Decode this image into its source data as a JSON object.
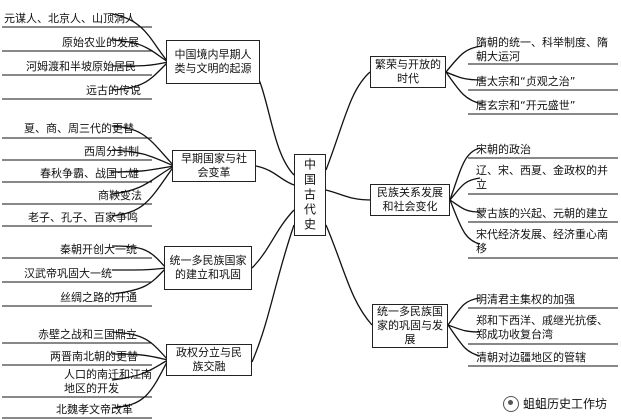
{
  "center": "中国古代史",
  "left_branches": [
    {
      "title": "中国境内早期人类与文明的起源",
      "items": [
        "元谋人、北京人、山顶洞人",
        "原始农业的发展",
        "河姆渡和半坡原始居民",
        "远古的传说"
      ]
    },
    {
      "title": "早期国家与社会变革",
      "items": [
        "夏、商、周三代的更替",
        "西周分封制",
        "春秋争霸、战国七雄",
        "商鞅变法",
        "老子、孔子、百家争鸣"
      ]
    },
    {
      "title": "统一多民族国家的建立和巩固",
      "items": [
        "秦朝开创大一统",
        "汉武帝巩固大一统",
        "丝绸之路的开通"
      ]
    },
    {
      "title": "政权分立与民族交融",
      "items": [
        "赤壁之战和三国鼎立",
        "两晋南北朝的更替",
        "人口的南迁和江南地区的开发",
        "北魏孝文帝改革"
      ]
    }
  ],
  "right_branches": [
    {
      "title": "繁荣与开放的时代",
      "items": [
        "隋朝的统一、科举制度、隋朝大运河",
        "唐太宗和“贞观之治”",
        "唐玄宗和“开元盛世”"
      ]
    },
    {
      "title": "民族关系发展和社会变化",
      "items": [
        "宋朝的政治",
        "辽、宋、西夏、金政权的并立",
        "蒙古族的兴起、元朝的建立",
        "宋代经济发展、经济重心南移"
      ]
    },
    {
      "title": "统一多民族国家的巩固与发展",
      "items": [
        "明清君主集权的加强",
        "郑和下西洋、戚继光抗倭、郑成功收复台湾",
        "清朝对边疆地区的管辖"
      ]
    }
  ],
  "watermark": "蛆蛆历史工作坊"
}
